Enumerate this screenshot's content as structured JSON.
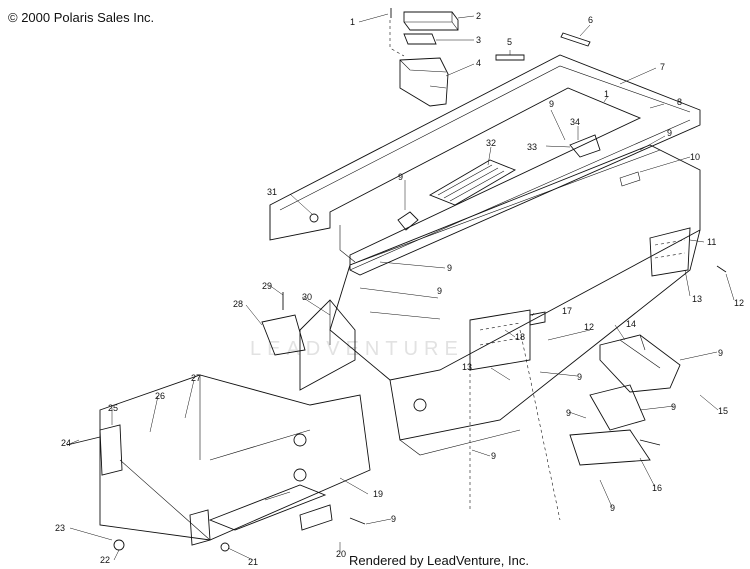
{
  "header": {
    "copyright": "© 2000 Polaris Sales Inc."
  },
  "footer": {
    "credit": "Rendered by LeadVenture, Inc."
  },
  "watermark": "LEADVENTURE",
  "callouts": {
    "c1a": "1",
    "c2": "2",
    "c3": "3",
    "c4": "4",
    "c5": "5",
    "c6": "6",
    "c7": "7",
    "c1b": "1",
    "c8": "8",
    "c9a": "9",
    "c34": "34",
    "c33": "33",
    "c9b": "9",
    "c10": "10",
    "c32": "32",
    "c9c": "9",
    "c31": "31",
    "c11": "11",
    "c9d": "9",
    "c13a": "13",
    "c12a": "12",
    "c9e": "9",
    "c29": "29",
    "c30": "30",
    "c28": "28",
    "c17": "17",
    "c18": "18",
    "c12b": "12",
    "c14": "14",
    "c9f": "9",
    "c13b": "13",
    "c9g": "9",
    "c27": "27",
    "c26": "26",
    "c25": "25",
    "c9h": "9",
    "c9i": "9",
    "c15": "15",
    "c24": "24",
    "c9j": "9",
    "c19": "19",
    "c16": "16",
    "c9k": "9",
    "c23": "23",
    "c9l": "9",
    "c22": "22",
    "c20": "20",
    "c21": "21"
  }
}
